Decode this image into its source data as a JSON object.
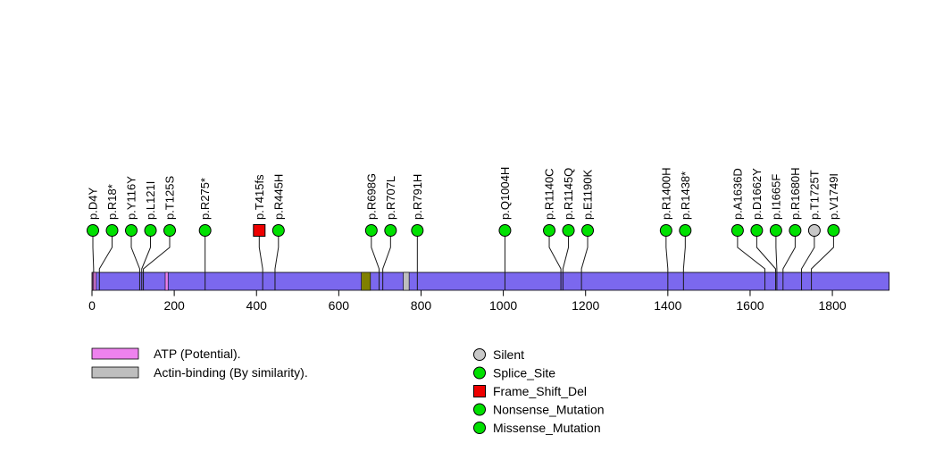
{
  "chart_data": {
    "type": "lollipop",
    "title": "",
    "protein_length": 1938,
    "axis": {
      "x_ticks": [
        0,
        200,
        400,
        600,
        800,
        1000,
        1200,
        1400,
        1600,
        1800
      ]
    },
    "backbone_color": "#7B68EE",
    "mutations": [
      {
        "label": "p.D4Y",
        "pos": 4,
        "type": "Missense_Mutation"
      },
      {
        "label": "p.R18*",
        "pos": 18,
        "type": "Nonsense_Mutation"
      },
      {
        "label": "p.Y116Y",
        "pos": 116,
        "type": "Splice_Site"
      },
      {
        "label": "p.L121I",
        "pos": 121,
        "type": "Missense_Mutation"
      },
      {
        "label": "p.T125S",
        "pos": 125,
        "type": "Missense_Mutation"
      },
      {
        "label": "p.R275*",
        "pos": 275,
        "type": "Nonsense_Mutation"
      },
      {
        "label": "p.T415fs",
        "pos": 415,
        "type": "Frame_Shift_Del"
      },
      {
        "label": "p.R445H",
        "pos": 445,
        "type": "Missense_Mutation"
      },
      {
        "label": "p.R698G",
        "pos": 698,
        "type": "Missense_Mutation"
      },
      {
        "label": "p.R707L",
        "pos": 707,
        "type": "Missense_Mutation"
      },
      {
        "label": "p.R791H",
        "pos": 791,
        "type": "Missense_Mutation"
      },
      {
        "label": "p.Q1004H",
        "pos": 1004,
        "type": "Missense_Mutation"
      },
      {
        "label": "p.R1140C",
        "pos": 1140,
        "type": "Missense_Mutation"
      },
      {
        "label": "p.R1145Q",
        "pos": 1145,
        "type": "Missense_Mutation"
      },
      {
        "label": "p.E1190K",
        "pos": 1190,
        "type": "Missense_Mutation"
      },
      {
        "label": "p.R1400H",
        "pos": 1400,
        "type": "Missense_Mutation"
      },
      {
        "label": "p.R1438*",
        "pos": 1438,
        "type": "Nonsense_Mutation"
      },
      {
        "label": "p.A1636D",
        "pos": 1636,
        "type": "Missense_Mutation"
      },
      {
        "label": "p.D1662Y",
        "pos": 1662,
        "type": "Missense_Mutation"
      },
      {
        "label": "p.I1665F",
        "pos": 1665,
        "type": "Missense_Mutation"
      },
      {
        "label": "p.R1680H",
        "pos": 1680,
        "type": "Missense_Mutation"
      },
      {
        "label": "p.T1725T",
        "pos": 1725,
        "type": "Silent"
      },
      {
        "label": "p.V1749I",
        "pos": 1749,
        "type": "Missense_Mutation"
      }
    ],
    "mutation_type_styles": {
      "Silent": {
        "color": "#C8C8C8",
        "shape": "circle"
      },
      "Splice_Site": {
        "color": "#00E000",
        "shape": "circle"
      },
      "Frame_Shift_Del": {
        "color": "#EE0000",
        "shape": "square"
      },
      "Nonsense_Mutation": {
        "color": "#00E000",
        "shape": "circle"
      },
      "Missense_Mutation": {
        "color": "#00E000",
        "shape": "circle"
      }
    },
    "domains": [
      {
        "name": "ATP (Potential).",
        "start": 1,
        "end": 10,
        "color": "#EE82EE"
      },
      {
        "name": "ATP (Potential).",
        "start": 178,
        "end": 185,
        "color": "#EE82EE"
      },
      {
        "name": "",
        "start": 655,
        "end": 677,
        "color": "#808000"
      },
      {
        "name": "Actin-binding (By similarity).",
        "start": 757,
        "end": 771,
        "color": "#BEBEBE"
      }
    ],
    "legend_domains": [
      {
        "label": "ATP (Potential).",
        "color": "#EE82EE"
      },
      {
        "label": "Actin-binding (By similarity).",
        "color": "#BEBEBE"
      }
    ],
    "legend_mutation_types": [
      {
        "label": "Silent",
        "type": "Silent"
      },
      {
        "label": "Splice_Site",
        "type": "Splice_Site"
      },
      {
        "label": "Frame_Shift_Del",
        "type": "Frame_Shift_Del"
      },
      {
        "label": "Nonsense_Mutation",
        "type": "Nonsense_Mutation"
      },
      {
        "label": "Missense_Mutation",
        "type": "Missense_Mutation"
      }
    ]
  }
}
